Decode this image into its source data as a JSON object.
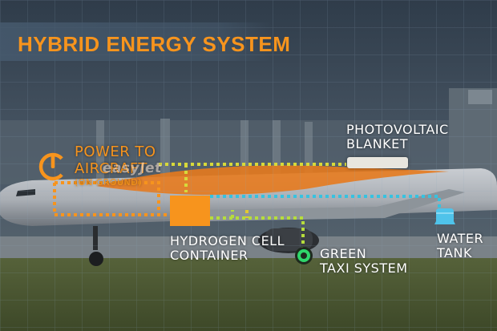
{
  "title": "HYBRID ENERGY SYSTEM",
  "colors": {
    "accent": "#f7941d",
    "line_green": "#b6dd3c",
    "line_yellow": "#e2c92e",
    "line_cyan": "#37c2e0",
    "grid": "#8aa3b8",
    "text": "#ffffff"
  },
  "labels": {
    "power": {
      "line1": "POWER TO",
      "line2": "AIRCRAFT",
      "line3": "(ON GROUND)",
      "icon": "power-icon"
    },
    "photovoltaic": {
      "line1": "PHOTOVOLTAIC",
      "line2": "BLANKET"
    },
    "hydrogen": {
      "line1": "HYDROGEN CELL",
      "line2": "CONTAINER"
    },
    "taxi": {
      "line1": "GREEN",
      "line2": "TAXI SYSTEM"
    },
    "water": {
      "line1": "WATER",
      "line2": "TANK",
      "icon": "water-tank-icon"
    }
  },
  "aircraft": {
    "livery_text": "easyJet"
  }
}
